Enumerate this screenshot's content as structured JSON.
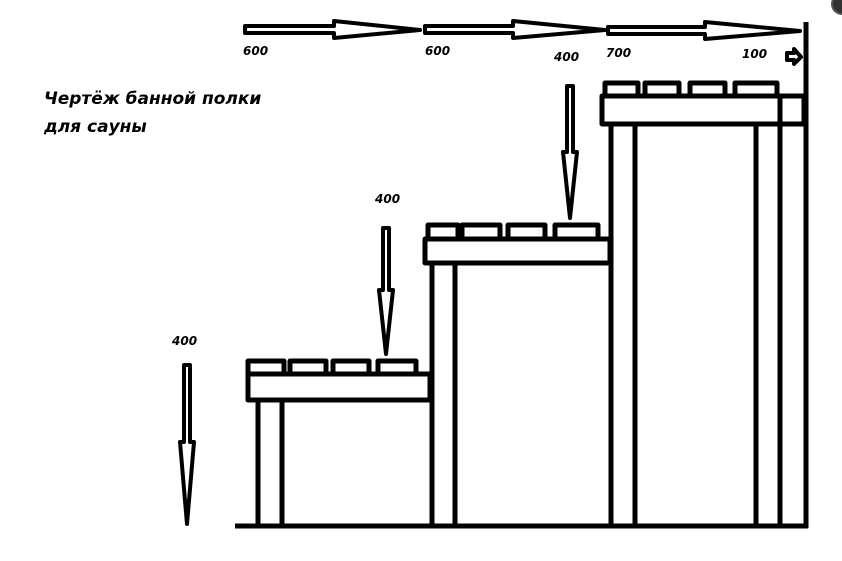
{
  "title": {
    "line1": "Чертёж банной полки",
    "line2": "для сауны"
  },
  "dimensions": {
    "horizontal": [
      "600",
      "600",
      "700",
      "100"
    ],
    "vertical": [
      "400",
      "400",
      "400"
    ]
  },
  "colors": {
    "line": "#000000",
    "background": "#ffffff"
  }
}
